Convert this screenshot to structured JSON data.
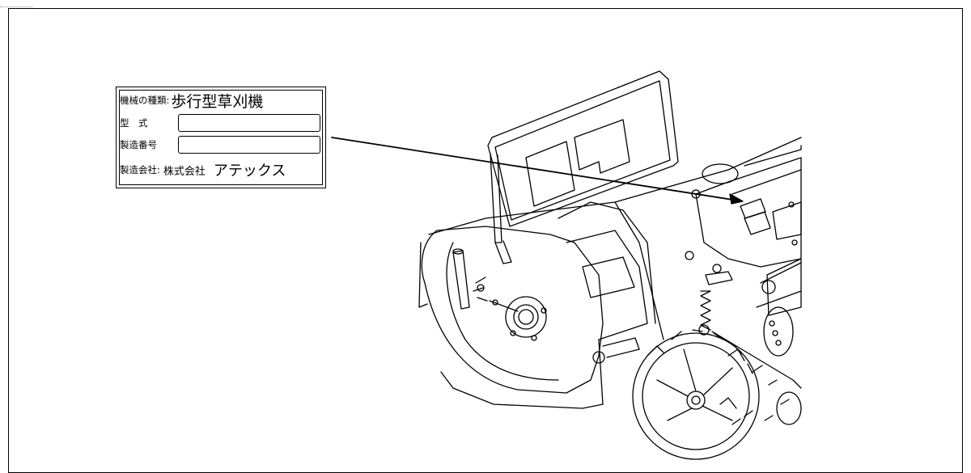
{
  "label_plate": {
    "row1": {
      "label": "機械の種類:",
      "value": "歩行型草刈機"
    },
    "row2": {
      "label": "型　式",
      "value": ""
    },
    "row3": {
      "label": "製造番号",
      "value": ""
    },
    "row4": {
      "label": "製造会社:",
      "value": "株式会社",
      "value_katakana": "アテックス"
    }
  },
  "colors": {
    "line": "#000000",
    "background": "#ffffff"
  },
  "drawing": {
    "subject": "walk-behind mower illustration",
    "icon": "mower-drawing"
  }
}
